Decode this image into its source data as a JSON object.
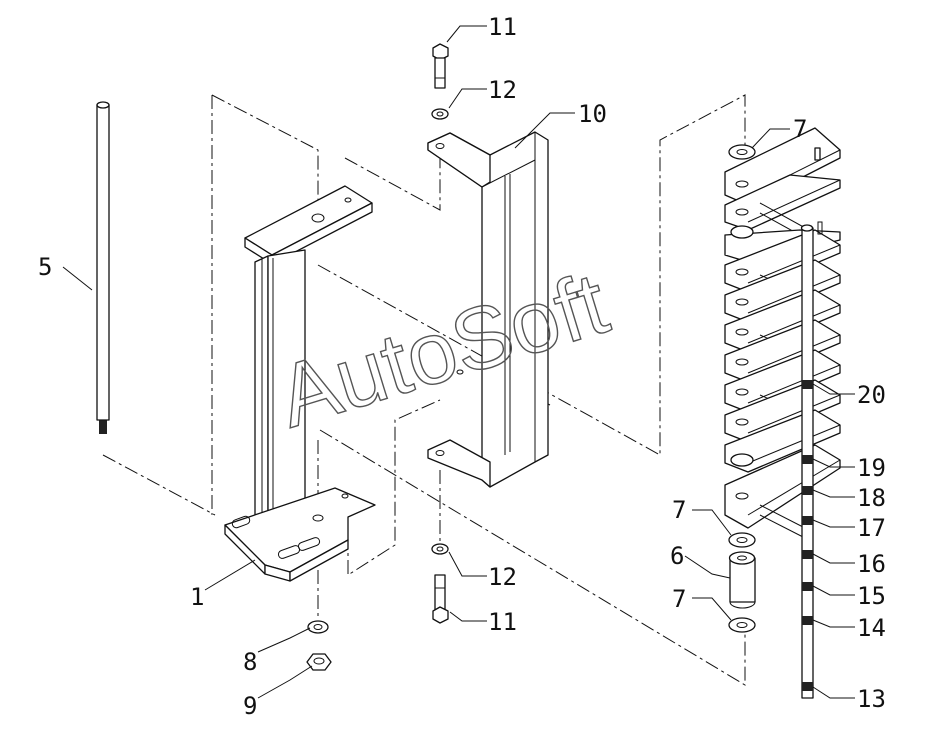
{
  "watermark": "AutoSoft",
  "callouts": {
    "c1": "1",
    "c5": "5",
    "c6": "6",
    "c7a": "7",
    "c7b": "7",
    "c7c": "7",
    "c8": "8",
    "c9": "9",
    "c10": "10",
    "c11a": "11",
    "c11b": "11",
    "c12a": "12",
    "c12b": "12",
    "c13": "13",
    "c14": "14",
    "c15": "15",
    "c16": "16",
    "c17": "17",
    "c18": "18",
    "c19": "19",
    "c20": "20"
  }
}
